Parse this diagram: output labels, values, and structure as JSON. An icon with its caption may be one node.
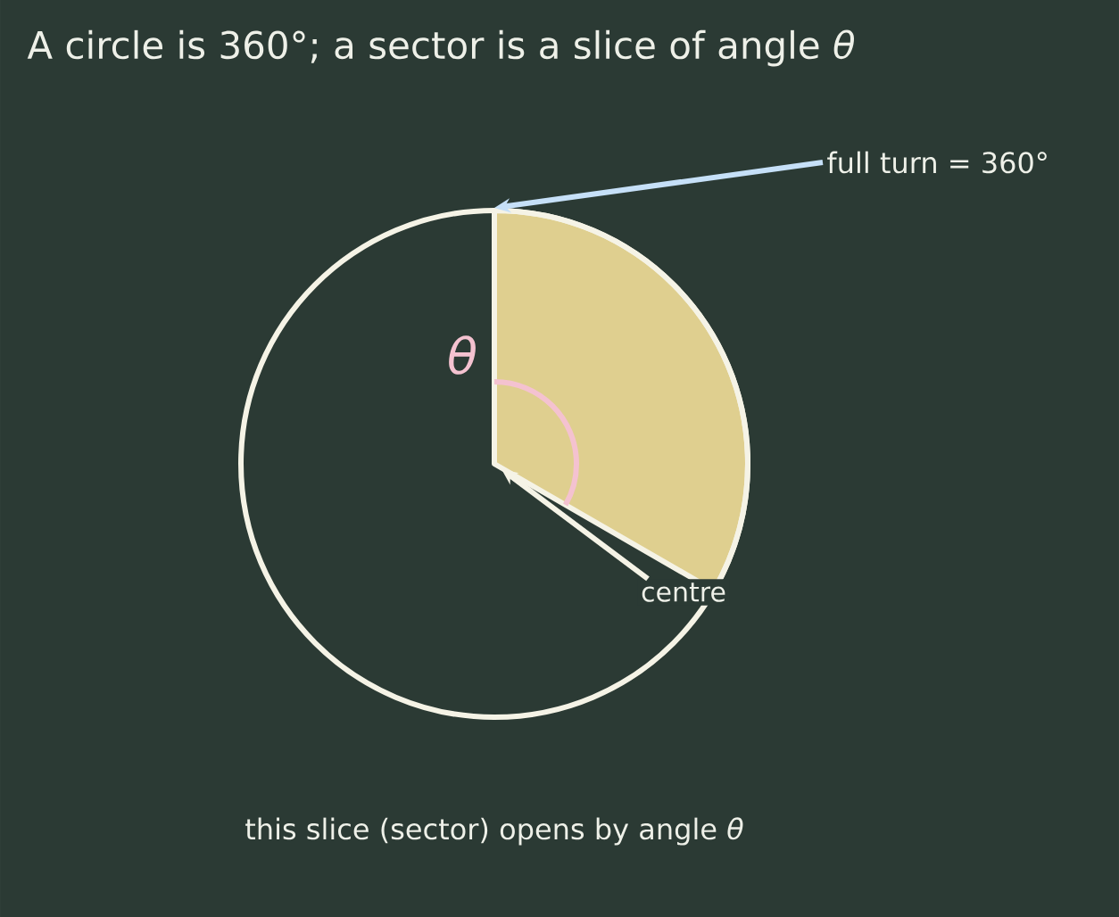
{
  "diagram": {
    "title": "A circle is 360°; a sector is a slice of angle *θ*",
    "caption": "this slice (sector) opens by angle *θ*",
    "nodes": [
      {
        "text": [
          "full turn = 360°"
        ]
      },
      {
        "text": [
          "centre"
        ],
        "in": 2
      },
      {
        "text": [],
        "shape": "circle"
      }
    ],
    "edges": [
      {
        "from": 0,
        "to": 2,
        "arrow": "to",
        "color": "#c6e0f8"
      },
      {
        "from": 1,
        "to": null,
        "arrow": "to"
      }
    ],
    "labels": [
      "θ"
    ]
  }
}
